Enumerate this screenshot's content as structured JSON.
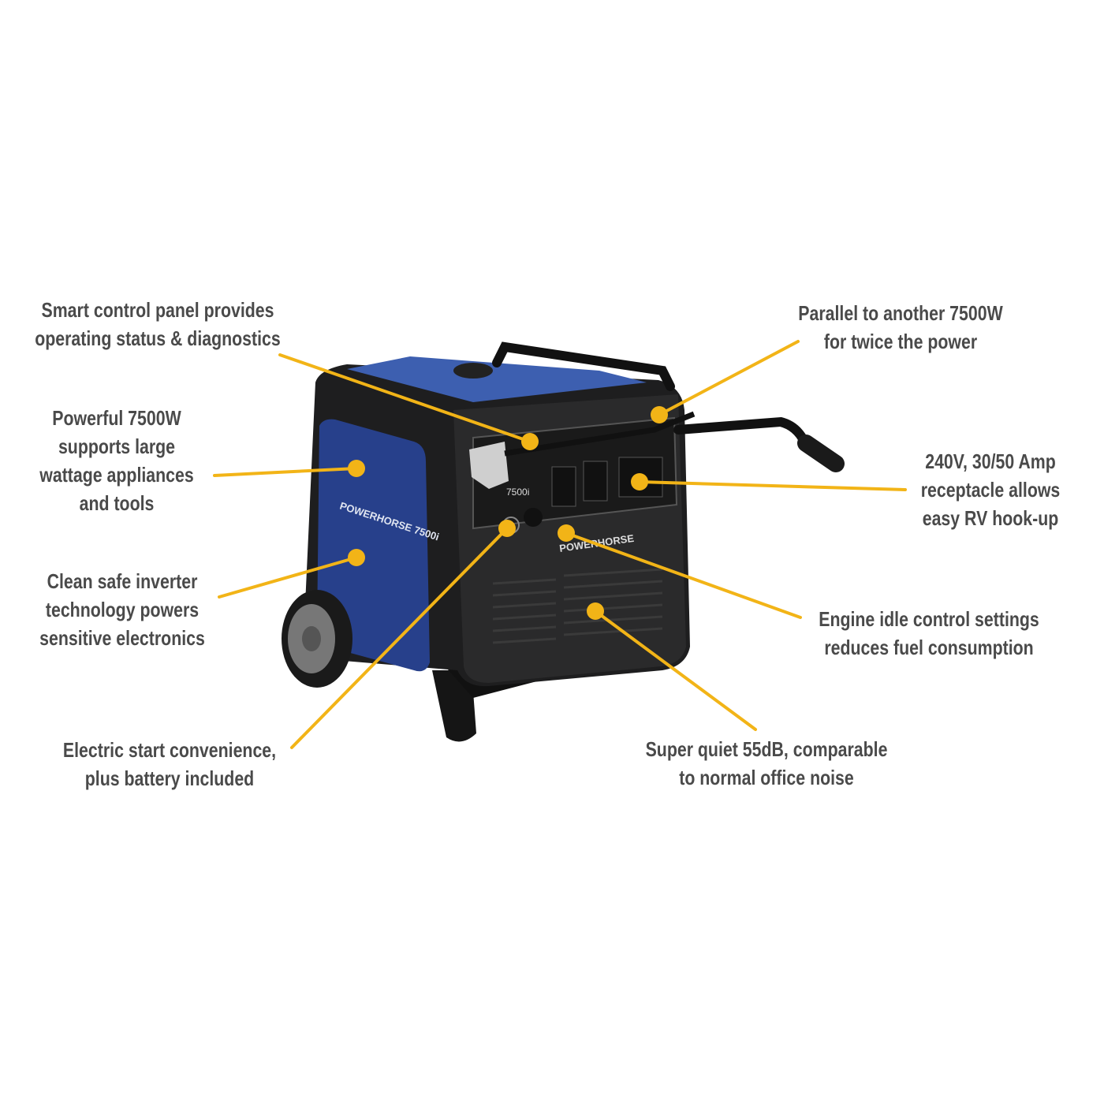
{
  "product": {
    "brand_logo": "POWERHORSE",
    "model": "7500i"
  },
  "colors": {
    "callout": "#f2b417",
    "text": "#4a4a4a",
    "body": "#1e1e1f",
    "panel_blue": "#27408b"
  },
  "callouts": [
    {
      "id": "smart-control-panel",
      "lines": [
        "Smart control panel provides",
        "operating status & diagnostics"
      ]
    },
    {
      "id": "powerful-7500w",
      "lines": [
        "Powerful 7500W",
        "supports large",
        "wattage appliances",
        "and tools"
      ]
    },
    {
      "id": "inverter-technology",
      "lines": [
        "Clean safe inverter",
        "technology powers",
        "sensitive electronics"
      ]
    },
    {
      "id": "electric-start",
      "lines": [
        "Electric start convenience,",
        "plus battery included"
      ]
    },
    {
      "id": "parallel",
      "lines": [
        "Parallel to another 7500W",
        "for twice the power"
      ]
    },
    {
      "id": "rv-receptacle",
      "lines": [
        "240V, 30/50 Amp",
        "receptacle allows",
        "easy RV hook-up"
      ]
    },
    {
      "id": "idle-control",
      "lines": [
        "Engine idle control settings",
        "reduces fuel consumption"
      ]
    },
    {
      "id": "super-quiet",
      "lines": [
        "Super quiet 55dB, comparable",
        "to normal office noise"
      ]
    }
  ]
}
